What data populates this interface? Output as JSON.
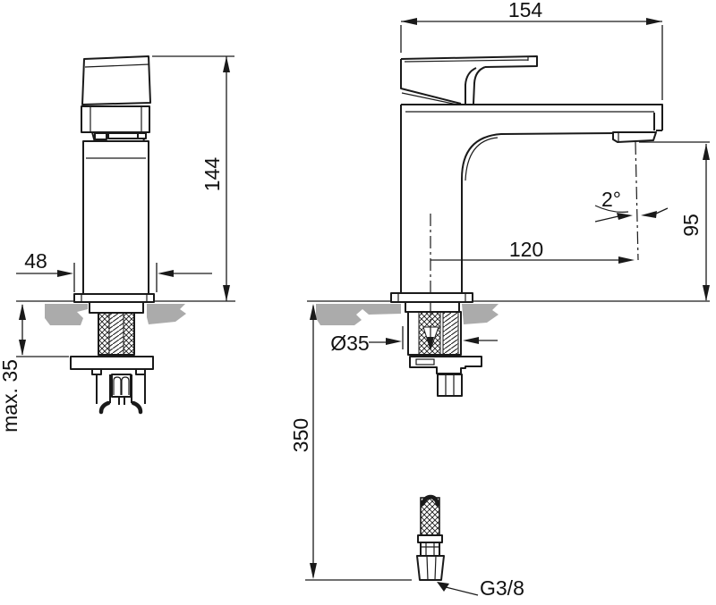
{
  "colors": {
    "line": "#1a1a1a",
    "countertop_gray": "#ababab",
    "background": "#ffffff"
  },
  "labels": {
    "front_height": "144",
    "front_base_width": "48",
    "mount_thickness": "max. 35",
    "overall_length": "154",
    "spout_reach": "120",
    "stream_angle": "2°",
    "spout_height": "95",
    "hole_diameter": "Ø35",
    "hose_drop": "350",
    "hose_thread": "G3/8"
  }
}
